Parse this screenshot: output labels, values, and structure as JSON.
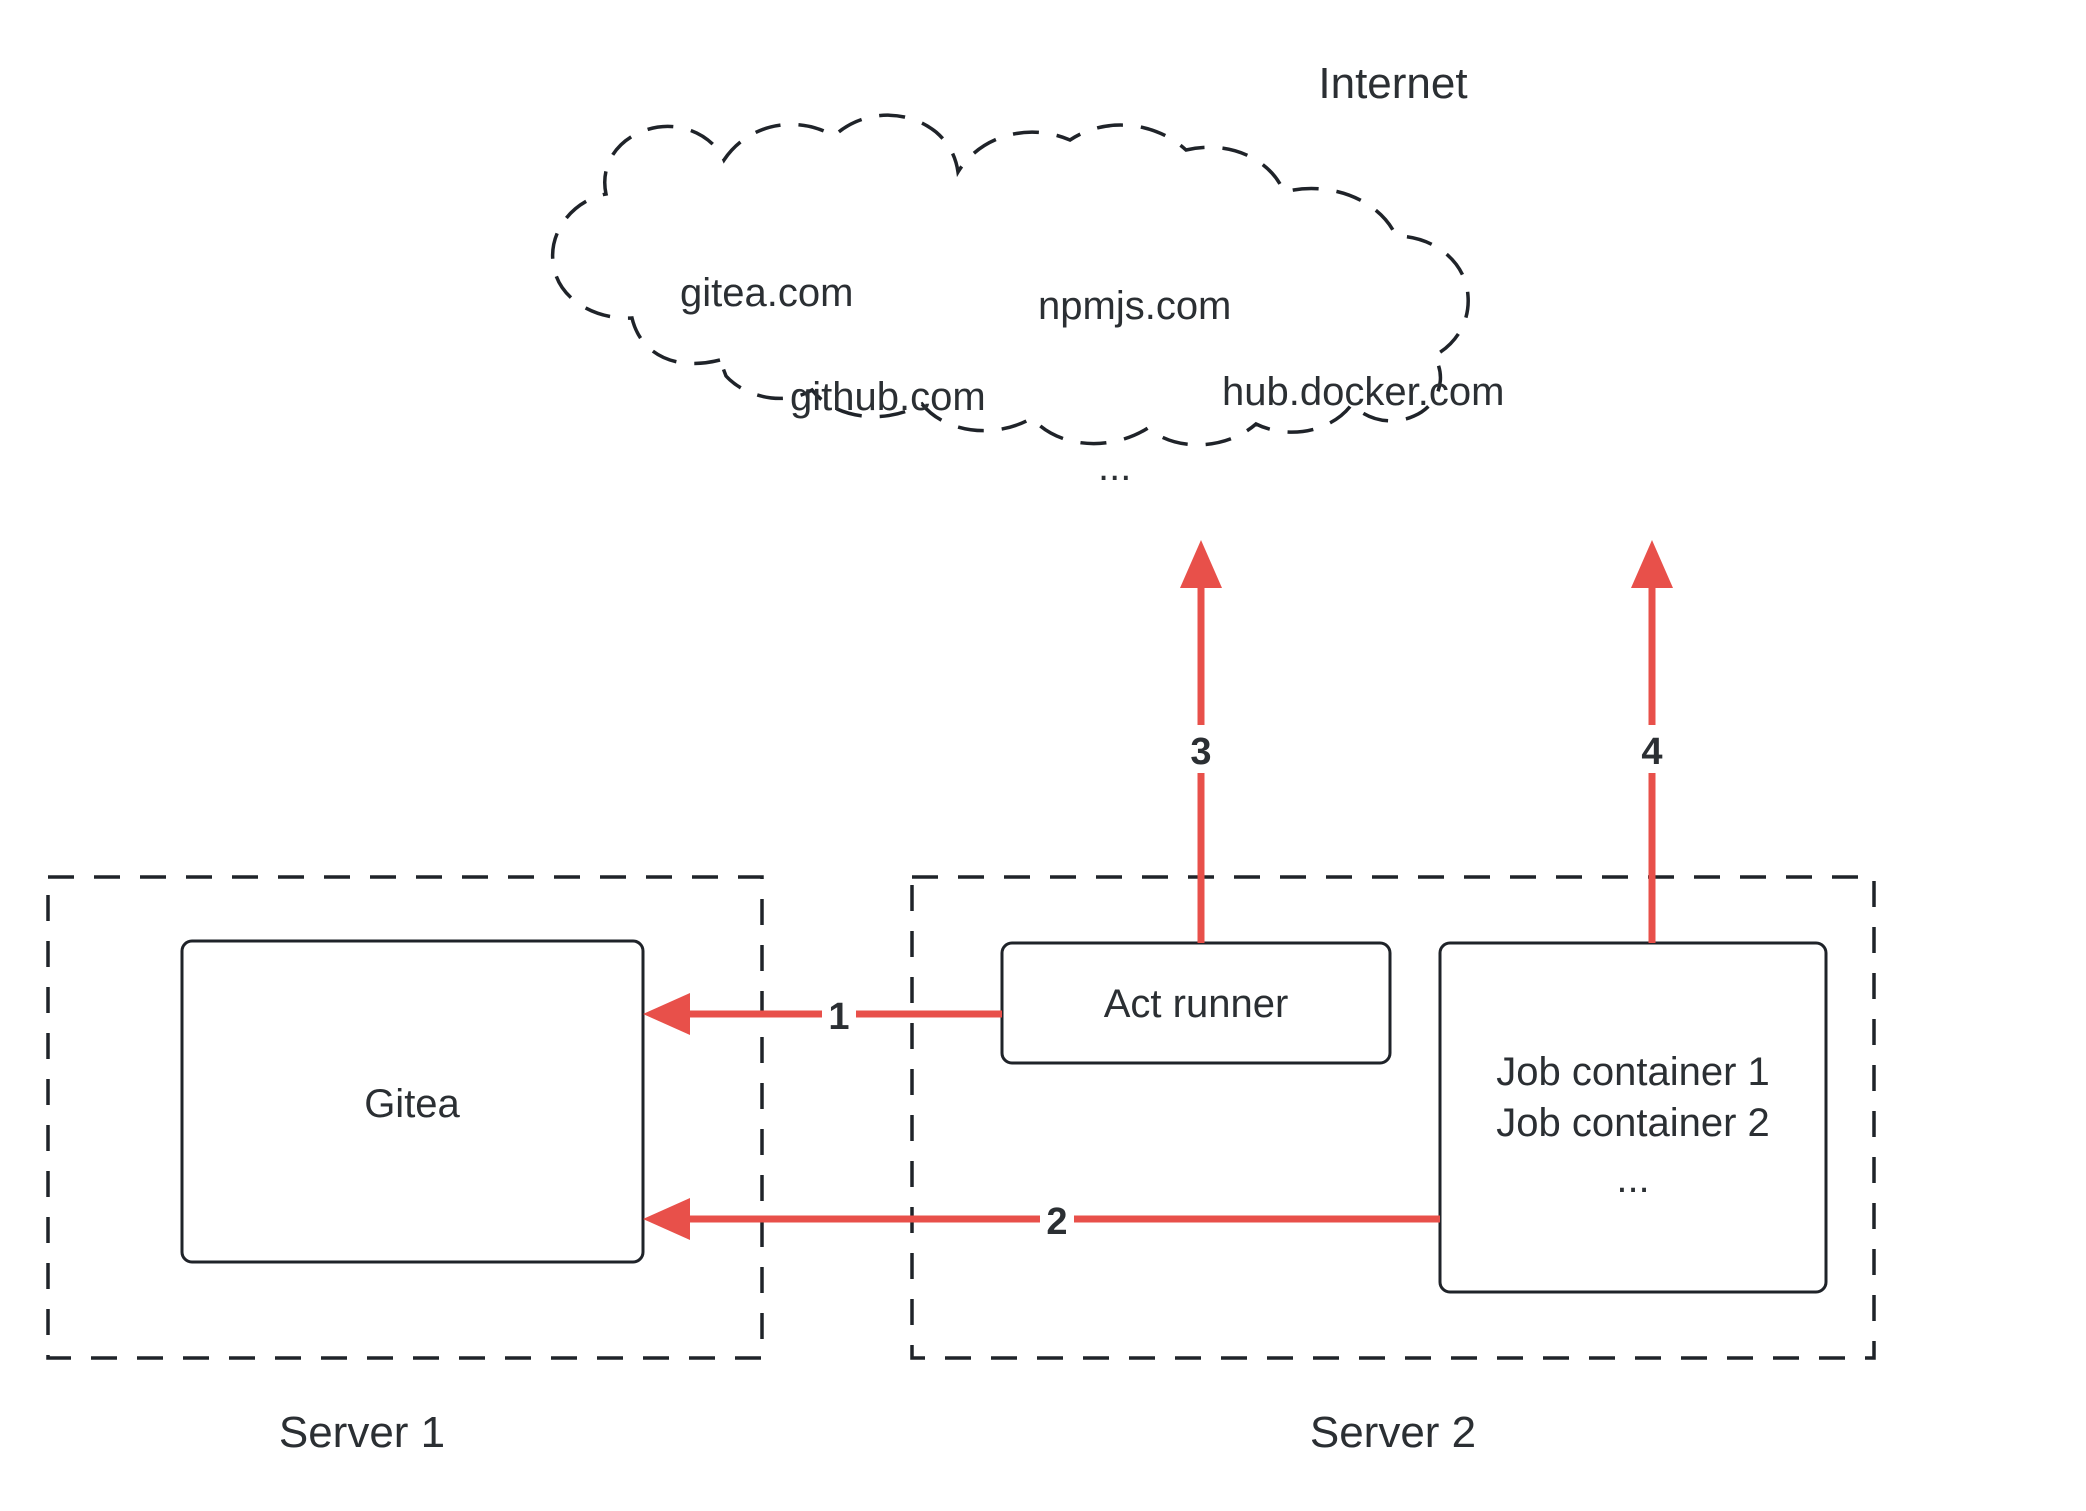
{
  "diagram": {
    "title": "Gitea Act Runner network architecture",
    "colors": {
      "accent_red": "#e8504a",
      "stroke_dark": "#1f2329",
      "text": "#2b2f33",
      "background": "#ffffff"
    },
    "internet": {
      "title": "Internet",
      "services": [
        {
          "name": "gitea.com"
        },
        {
          "name": "npmjs.com"
        },
        {
          "name": "github.com"
        },
        {
          "name": "hub.docker.com"
        },
        {
          "name": "..."
        }
      ]
    },
    "regions": [
      {
        "id": "server-1",
        "label": "Server 1",
        "nodes": [
          {
            "id": "gitea",
            "label": "Gitea"
          }
        ]
      },
      {
        "id": "server-2",
        "label": "Server 2",
        "nodes": [
          {
            "id": "act-runner",
            "label": "Act runner"
          },
          {
            "id": "job-containers",
            "lines": [
              "Job container 1",
              "Job container 2",
              "..."
            ]
          }
        ]
      }
    ],
    "flows": [
      {
        "id": "flow-1",
        "label": "1",
        "from": "act-runner",
        "to": "gitea"
      },
      {
        "id": "flow-2",
        "label": "2",
        "from": "job-containers",
        "to": "gitea"
      },
      {
        "id": "flow-3",
        "label": "3",
        "from": "act-runner",
        "to": "internet"
      },
      {
        "id": "flow-4",
        "label": "4",
        "from": "job-containers",
        "to": "internet"
      }
    ]
  }
}
